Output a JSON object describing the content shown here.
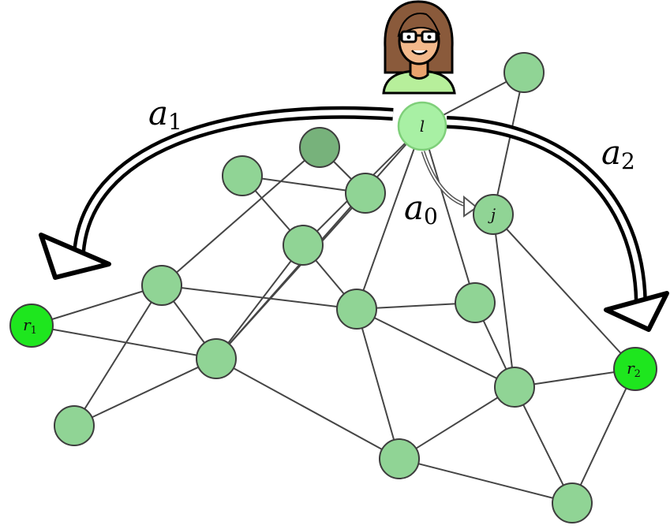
{
  "colors": {
    "node_fill": "#90d495",
    "node_stroke": "#3d3d3d",
    "node_dark_fill": "#77b27b",
    "leader_fill": "#a8f0a4",
    "leader_stroke": "#7fcf7a",
    "goal_fill": "#1ee61e",
    "edge": "#454545"
  },
  "nodes": {
    "l": {
      "label": "l"
    },
    "j": {
      "label": "j"
    },
    "r1": {
      "label": "r",
      "sub": "1"
    },
    "r2": {
      "label": "r",
      "sub": "2"
    }
  },
  "arrows": {
    "a0": {
      "label": "a",
      "sub": "0"
    },
    "a1": {
      "label": "a",
      "sub": "1"
    },
    "a2": {
      "label": "a",
      "sub": "2"
    }
  },
  "person": {
    "icon": "woman-with-glasses-icon"
  }
}
